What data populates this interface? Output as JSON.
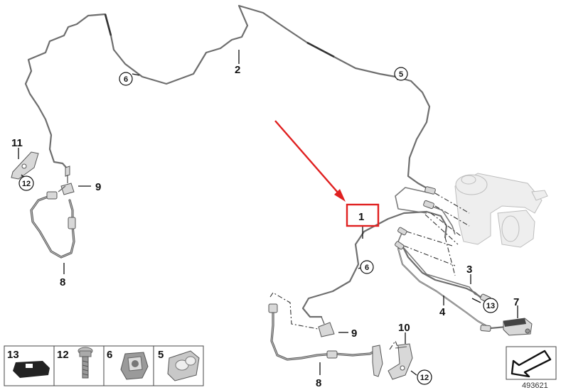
{
  "callouts": {
    "p1": "1",
    "p2": "2",
    "p3": "3",
    "p4": "4",
    "p5": "5",
    "p6_top": "6",
    "p6_mid": "6",
    "p7": "7",
    "p8_left": "8",
    "p8_bottom": "8",
    "p9_left": "9",
    "p9_bottom": "9",
    "p10": "10",
    "p11": "11",
    "p12_left": "12",
    "p12_bottom": "12",
    "p13": "13"
  },
  "legend": {
    "items": [
      {
        "number": "13"
      },
      {
        "number": "12"
      },
      {
        "number": "6"
      },
      {
        "number": "5"
      }
    ]
  },
  "document_number": "493621",
  "colors": {
    "highlight": "#e02020",
    "line": "#6e6e6e",
    "text": "#111111"
  },
  "icons": {
    "arrow": "red-pointer-arrow",
    "nav": "view-direction-arrow-icon"
  }
}
